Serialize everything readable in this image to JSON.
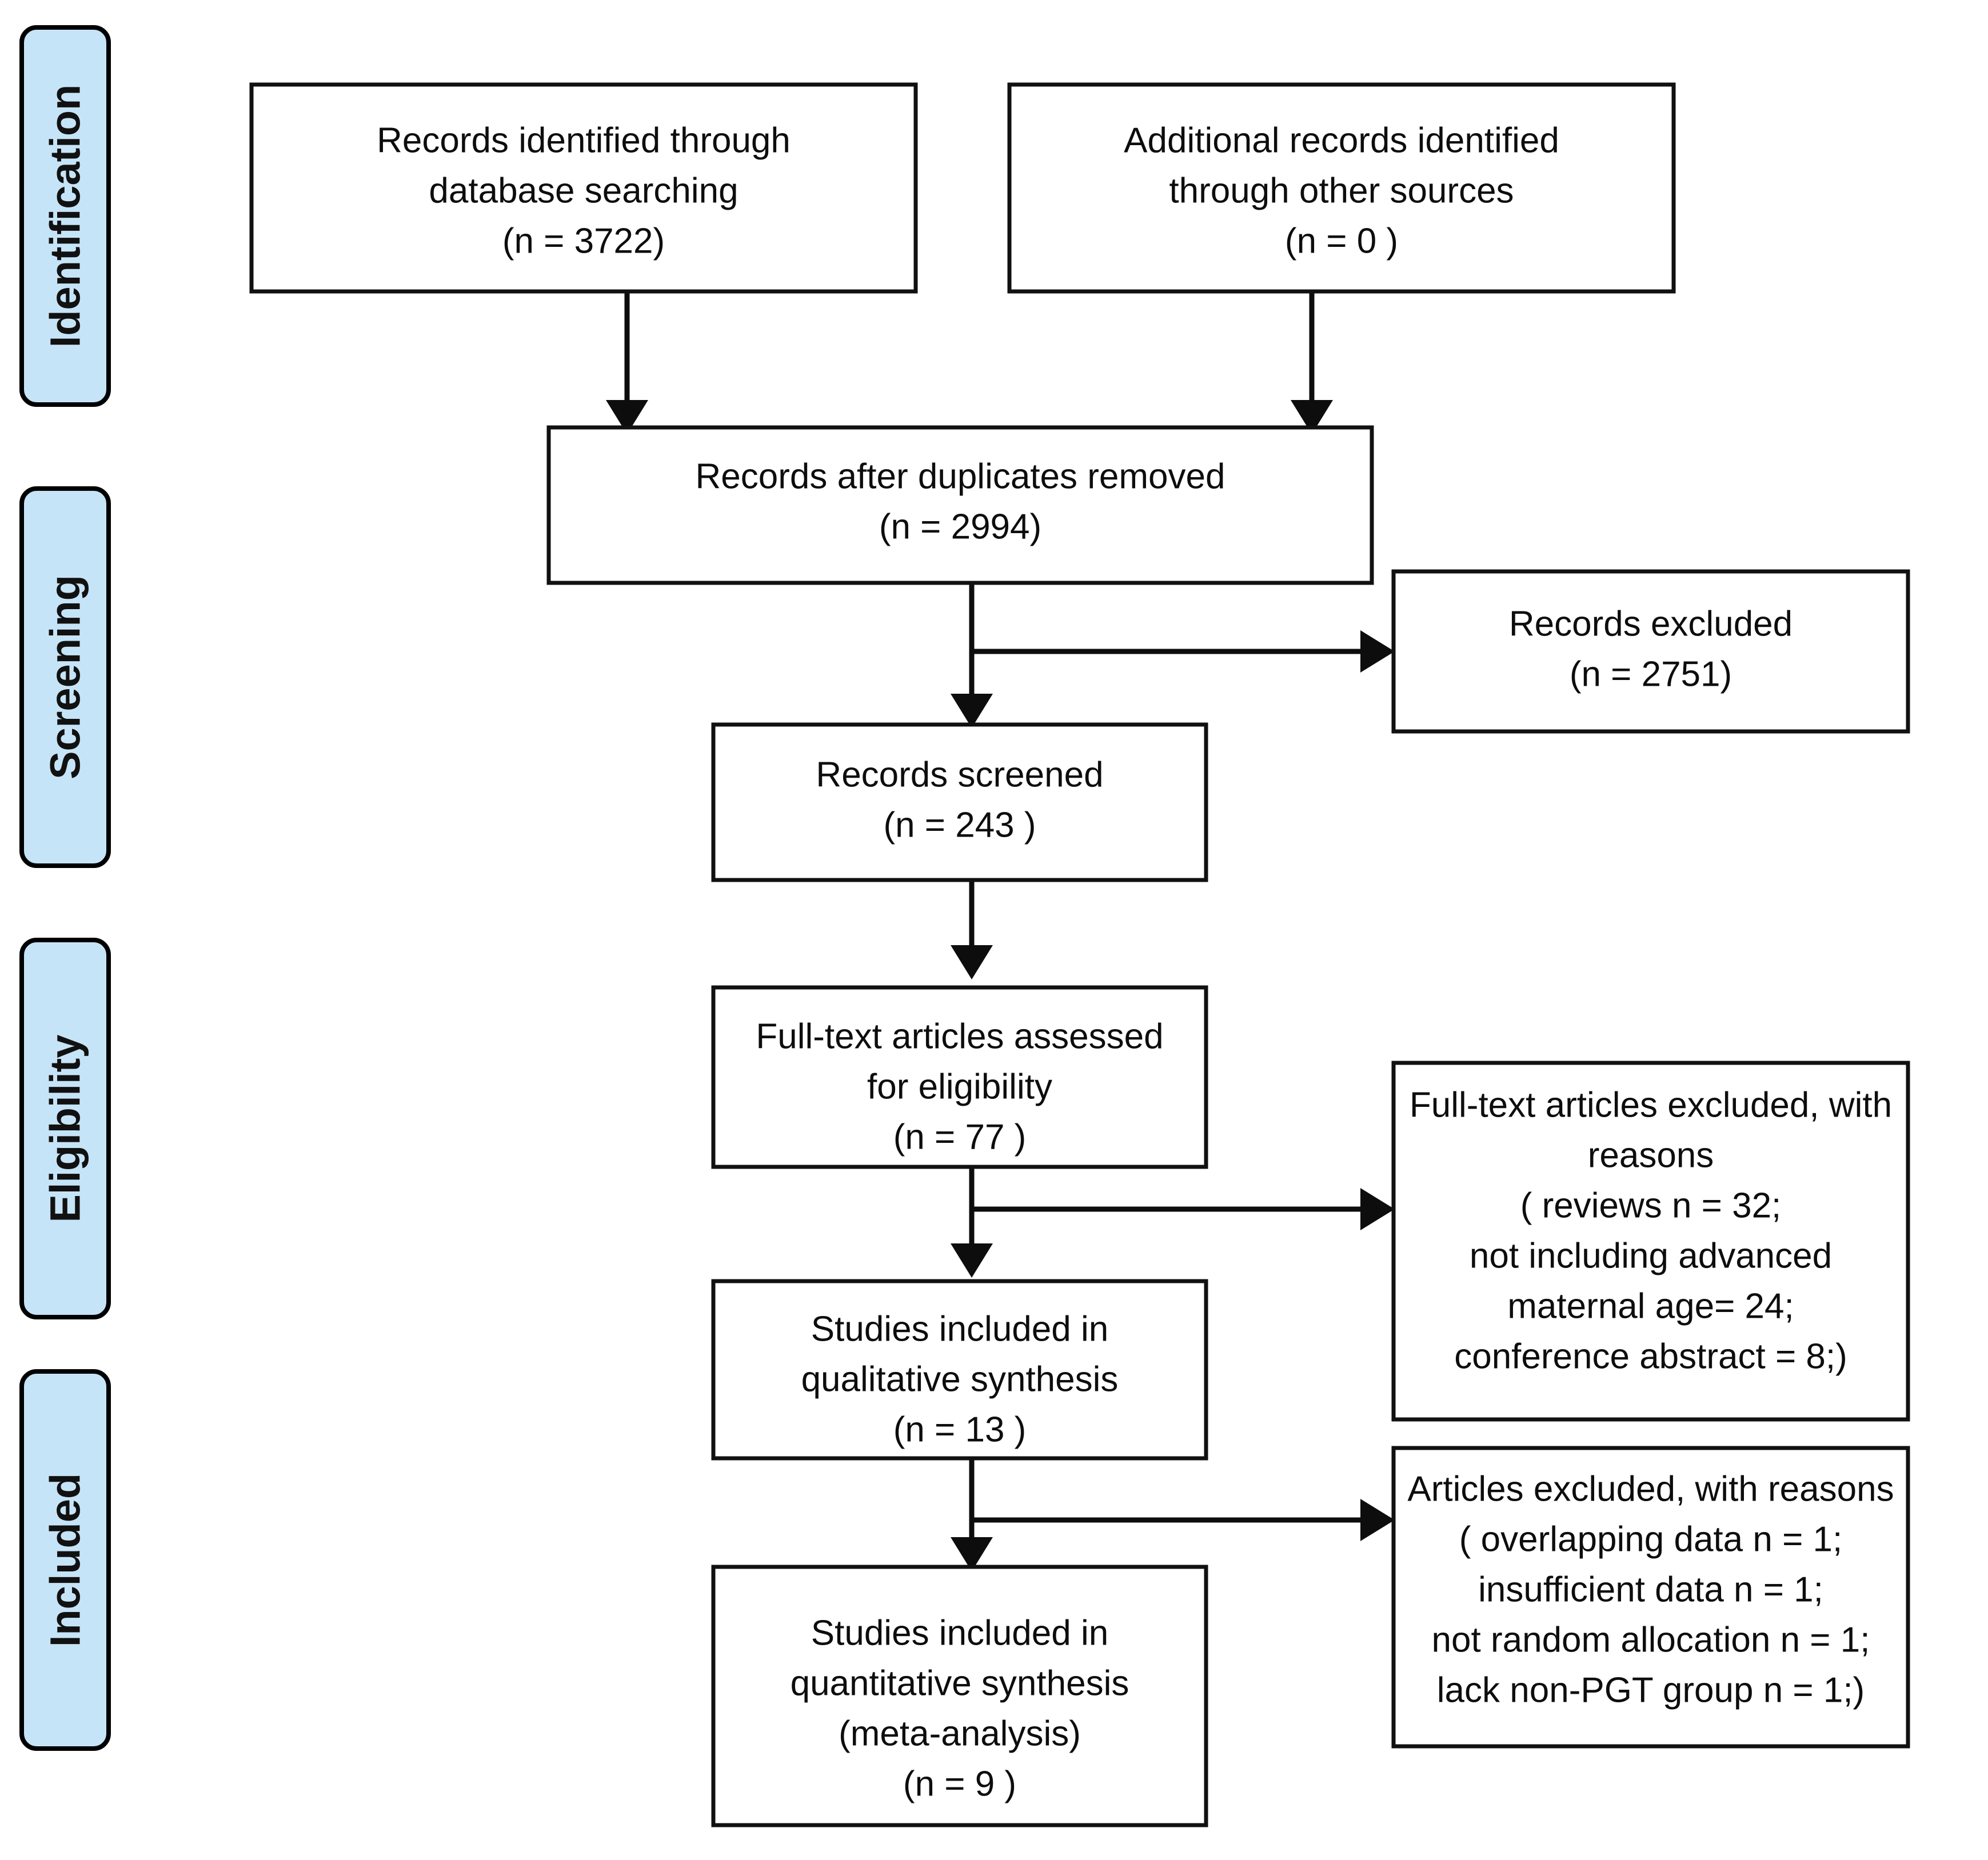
{
  "figure": {
    "type": "prisma-flow-diagram",
    "background_color": "#ffffff",
    "stage_fill_color": "#c6e4f8",
    "line_color": "#0d0d0d"
  },
  "stages": [
    {
      "id": "identification",
      "label": "Identification"
    },
    {
      "id": "screening",
      "label": "Screening"
    },
    {
      "id": "eligibility",
      "label": "Eligibility"
    },
    {
      "id": "included",
      "label": "Included"
    }
  ],
  "boxes": {
    "records_db": {
      "lines": [
        "Records identified through",
        "database searching",
        "(n =  3722)"
      ]
    },
    "records_other": {
      "lines": [
        "Additional records identified",
        "through other sources",
        "(n =  0 )"
      ]
    },
    "duplicates_removed": {
      "lines": [
        "Records after duplicates removed",
        "(n = 2994)"
      ]
    },
    "records_excluded": {
      "lines": [
        "Records excluded",
        "(n =  2751)"
      ]
    },
    "records_screened": {
      "lines": [
        "Records screened",
        "(n = 243 )"
      ]
    },
    "fulltext_assessed": {
      "lines": [
        "Full-text articles assessed",
        "for eligibility",
        "(n = 77 )"
      ]
    },
    "fulltext_excluded": {
      "lines": [
        "Full-text articles excluded, with",
        "reasons",
        "( reviews n = 32;",
        "not including advanced",
        "maternal age= 24;",
        "conference abstract = 8;)"
      ]
    },
    "qualitative_synthesis": {
      "lines": [
        "Studies included in",
        "qualitative synthesis",
        "(n = 13 )"
      ]
    },
    "articles_excluded": {
      "lines": [
        "Articles excluded, with reasons",
        "( overlapping data n = 1;",
        "insufficient data n = 1;",
        "not random allocation n = 1;",
        "lack non-PGT group n = 1;)"
      ]
    },
    "quantitative_synthesis": {
      "lines": [
        "Studies included in",
        "quantitative synthesis",
        "(meta-analysis)",
        "(n =  9 )"
      ]
    }
  },
  "chart_data": {
    "type": "diagram",
    "title": "PRISMA flow diagram",
    "nodes": [
      {
        "id": "records_db",
        "stage": "Identification",
        "label": "Records identified through database searching",
        "n": 3722
      },
      {
        "id": "records_other",
        "stage": "Identification",
        "label": "Additional records identified through other sources",
        "n": 0
      },
      {
        "id": "duplicates_removed",
        "stage": "Screening",
        "label": "Records after duplicates removed",
        "n": 2994
      },
      {
        "id": "records_screened",
        "stage": "Screening",
        "label": "Records screened",
        "n": 243
      },
      {
        "id": "records_excluded",
        "stage": "Screening",
        "label": "Records excluded",
        "n": 2751
      },
      {
        "id": "fulltext_assessed",
        "stage": "Eligibility",
        "label": "Full-text articles assessed for eligibility",
        "n": 77
      },
      {
        "id": "fulltext_excluded",
        "stage": "Eligibility",
        "label": "Full-text articles excluded, with reasons",
        "reasons": [
          {
            "reason": "reviews",
            "n": 32
          },
          {
            "reason": "not including advanced maternal age",
            "n": 24
          },
          {
            "reason": "conference abstract",
            "n": 8
          }
        ]
      },
      {
        "id": "qualitative_synthesis",
        "stage": "Included",
        "label": "Studies included in qualitative synthesis",
        "n": 13
      },
      {
        "id": "articles_excluded",
        "stage": "Included",
        "label": "Articles excluded, with reasons",
        "reasons": [
          {
            "reason": "overlapping data",
            "n": 1
          },
          {
            "reason": "insufficient data",
            "n": 1
          },
          {
            "reason": "not random allocation",
            "n": 1
          },
          {
            "reason": "lack non-PGT group",
            "n": 1
          }
        ]
      },
      {
        "id": "quantitative_synthesis",
        "stage": "Included",
        "label": "Studies included in quantitative synthesis (meta-analysis)",
        "n": 9
      }
    ],
    "edges": [
      {
        "from": "records_db",
        "to": "duplicates_removed"
      },
      {
        "from": "records_other",
        "to": "duplicates_removed"
      },
      {
        "from": "duplicates_removed",
        "to": "records_screened"
      },
      {
        "from": "duplicates_removed",
        "to": "records_excluded"
      },
      {
        "from": "records_screened",
        "to": "fulltext_assessed"
      },
      {
        "from": "fulltext_assessed",
        "to": "qualitative_synthesis"
      },
      {
        "from": "fulltext_assessed",
        "to": "fulltext_excluded"
      },
      {
        "from": "qualitative_synthesis",
        "to": "quantitative_synthesis"
      },
      {
        "from": "qualitative_synthesis",
        "to": "articles_excluded"
      }
    ]
  }
}
